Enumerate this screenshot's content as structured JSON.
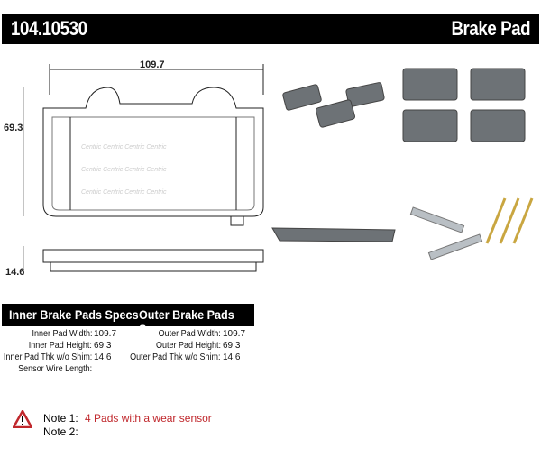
{
  "header": {
    "part_number": "104.10530",
    "product_type": "Brake Pad"
  },
  "drawing": {
    "width_dim": "109.7",
    "height_dim": "69.3",
    "thickness_dim": "14.6"
  },
  "specs": {
    "inner_title": "Inner Brake Pads Specs",
    "outer_title": "Outer Brake Pads Specs",
    "inner": [
      {
        "label": "Inner Pad Width:",
        "value": "109.7"
      },
      {
        "label": "Inner Pad Height:",
        "value": "69.3"
      },
      {
        "label": "Inner Pad Thk w/o Shim:",
        "value": "14.6"
      },
      {
        "label": "Sensor Wire Length:",
        "value": ""
      }
    ],
    "outer": [
      {
        "label": "Outer Pad Width:",
        "value": "109.7"
      },
      {
        "label": "Outer Pad Height:",
        "value": "69.3"
      },
      {
        "label": "Outer Pad Thk w/o Shim:",
        "value": "14.6"
      }
    ]
  },
  "notes": [
    {
      "label": "Note 1:",
      "text": "4 Pads with a wear sensor"
    },
    {
      "label": "Note 2:",
      "text": ""
    }
  ],
  "colors": {
    "note_text": "#c0282d",
    "warning": "#c0282d"
  }
}
